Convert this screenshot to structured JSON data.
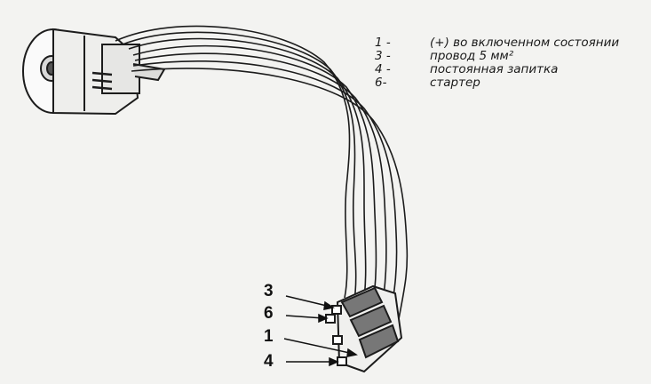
{
  "legend": [
    {
      "num": "1 -",
      "text": "(+) во включенном состоянии"
    },
    {
      "num": "3 -",
      "text": "провод 5 мм²"
    },
    {
      "num": "4 -",
      "text": "постоянная запитка"
    },
    {
      "num": "6-",
      "text": "стартер"
    }
  ],
  "callouts": {
    "c3": "3",
    "c6": "6",
    "c1": "1",
    "c4": "4"
  }
}
